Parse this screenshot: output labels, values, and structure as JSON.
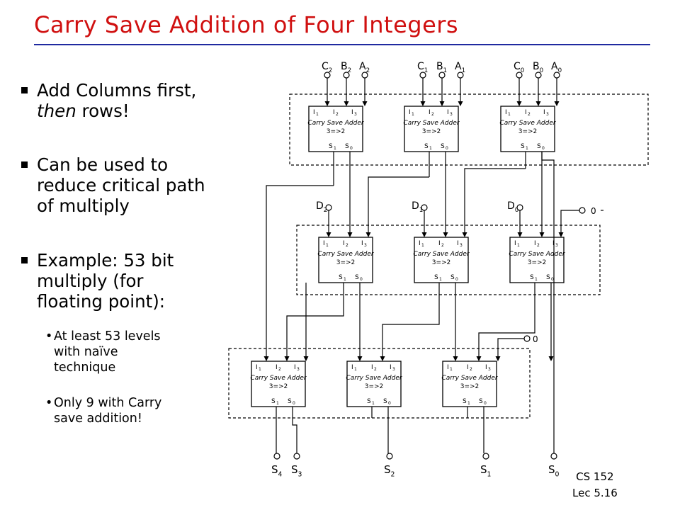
{
  "slide": {
    "title": "Carry Save Addition of Four Integers",
    "bullets": [
      {
        "line1": "Add Columns first,",
        "line2_italic": "then",
        "line2_rest": " rows!"
      },
      {
        "line1": "Can be used to",
        "line2": "reduce critical path",
        "line3": "of multiply"
      },
      {
        "line1": "Example: 53 bit",
        "line2": "multiply (for",
        "line3": "floating point):"
      }
    ],
    "sub_bullets": [
      {
        "line1": "At least 53 levels",
        "line2": "with naïve",
        "line3": "technique"
      },
      {
        "line1": "Only 9 with Carry",
        "line2": "save addition!"
      }
    ],
    "footer": {
      "course": "CS 152",
      "lecture": "Lec 5.16"
    }
  },
  "diagram": {
    "adder_label": "Carry Save Adder",
    "adder_ratio": "3=>2",
    "inputs_pin": "I",
    "outputs_pin": "S",
    "pin_subs": [
      "1",
      "2",
      "3"
    ],
    "out_subs": [
      "1",
      "0"
    ],
    "top_inputs": [
      [
        {
          "l": "C",
          "s": "2"
        },
        {
          "l": "B",
          "s": "2"
        },
        {
          "l": "A",
          "s": "2"
        }
      ],
      [
        {
          "l": "C",
          "s": "1"
        },
        {
          "l": "B",
          "s": "1"
        },
        {
          "l": "A",
          "s": "1"
        }
      ],
      [
        {
          "l": "C",
          "s": "0"
        },
        {
          "l": "B",
          "s": "0"
        },
        {
          "l": "A",
          "s": "0"
        }
      ]
    ],
    "d_inputs": [
      {
        "l": "D",
        "s": "2"
      },
      {
        "l": "D",
        "s": "1"
      },
      {
        "l": "D",
        "s": "0"
      }
    ],
    "zero_label": "0",
    "outputs": [
      {
        "l": "S",
        "s": "4"
      },
      {
        "l": "S",
        "s": "3"
      },
      {
        "l": "S",
        "s": "2"
      },
      {
        "l": "S",
        "s": "1"
      },
      {
        "l": "S",
        "s": "0"
      }
    ]
  }
}
